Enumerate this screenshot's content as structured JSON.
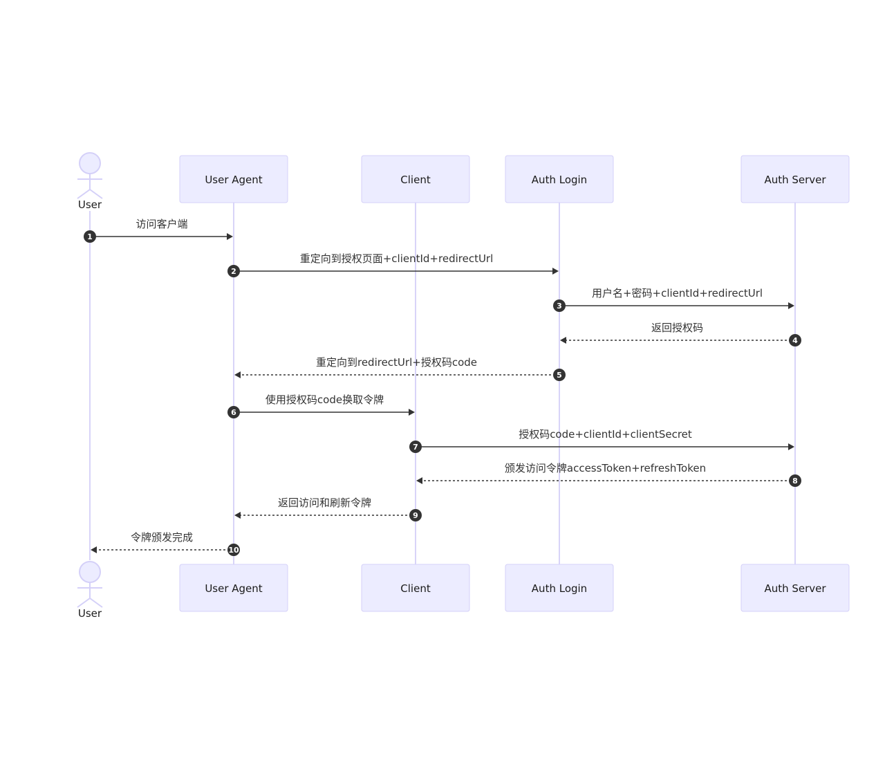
{
  "participants": [
    {
      "id": "user",
      "label": "User",
      "kind": "actor"
    },
    {
      "id": "ua",
      "label": "User Agent",
      "kind": "box"
    },
    {
      "id": "client",
      "label": "Client",
      "kind": "box"
    },
    {
      "id": "login",
      "label": "Auth Login",
      "kind": "box"
    },
    {
      "id": "server",
      "label": "Auth Server",
      "kind": "box"
    }
  ],
  "messages": [
    {
      "num": "1",
      "from": "user",
      "to": "ua",
      "text": "访问客户端",
      "style": "solid"
    },
    {
      "num": "2",
      "from": "ua",
      "to": "login",
      "text": "重定向到授权页面+clientId+redirectUrl",
      "style": "solid"
    },
    {
      "num": "3",
      "from": "login",
      "to": "server",
      "text": "用户名+密码+clientId+redirectUrl",
      "style": "solid"
    },
    {
      "num": "4",
      "from": "server",
      "to": "login",
      "text": "返回授权码",
      "style": "dashed"
    },
    {
      "num": "5",
      "from": "login",
      "to": "ua",
      "text": "重定向到redirectUrl+授权码code",
      "style": "dashed"
    },
    {
      "num": "6",
      "from": "ua",
      "to": "client",
      "text": "使用授权码code换取令牌",
      "style": "solid"
    },
    {
      "num": "7",
      "from": "client",
      "to": "server",
      "text": "授权码code+clientId+clientSecret",
      "style": "solid"
    },
    {
      "num": "8",
      "from": "server",
      "to": "client",
      "text": "颁发访问令牌accessToken+refreshToken",
      "style": "dashed"
    },
    {
      "num": "9",
      "from": "client",
      "to": "ua",
      "text": "返回访问和刷新令牌",
      "style": "dashed"
    },
    {
      "num": "10",
      "from": "ua",
      "to": "user",
      "text": "令牌颁发完成",
      "style": "dashed"
    }
  ]
}
